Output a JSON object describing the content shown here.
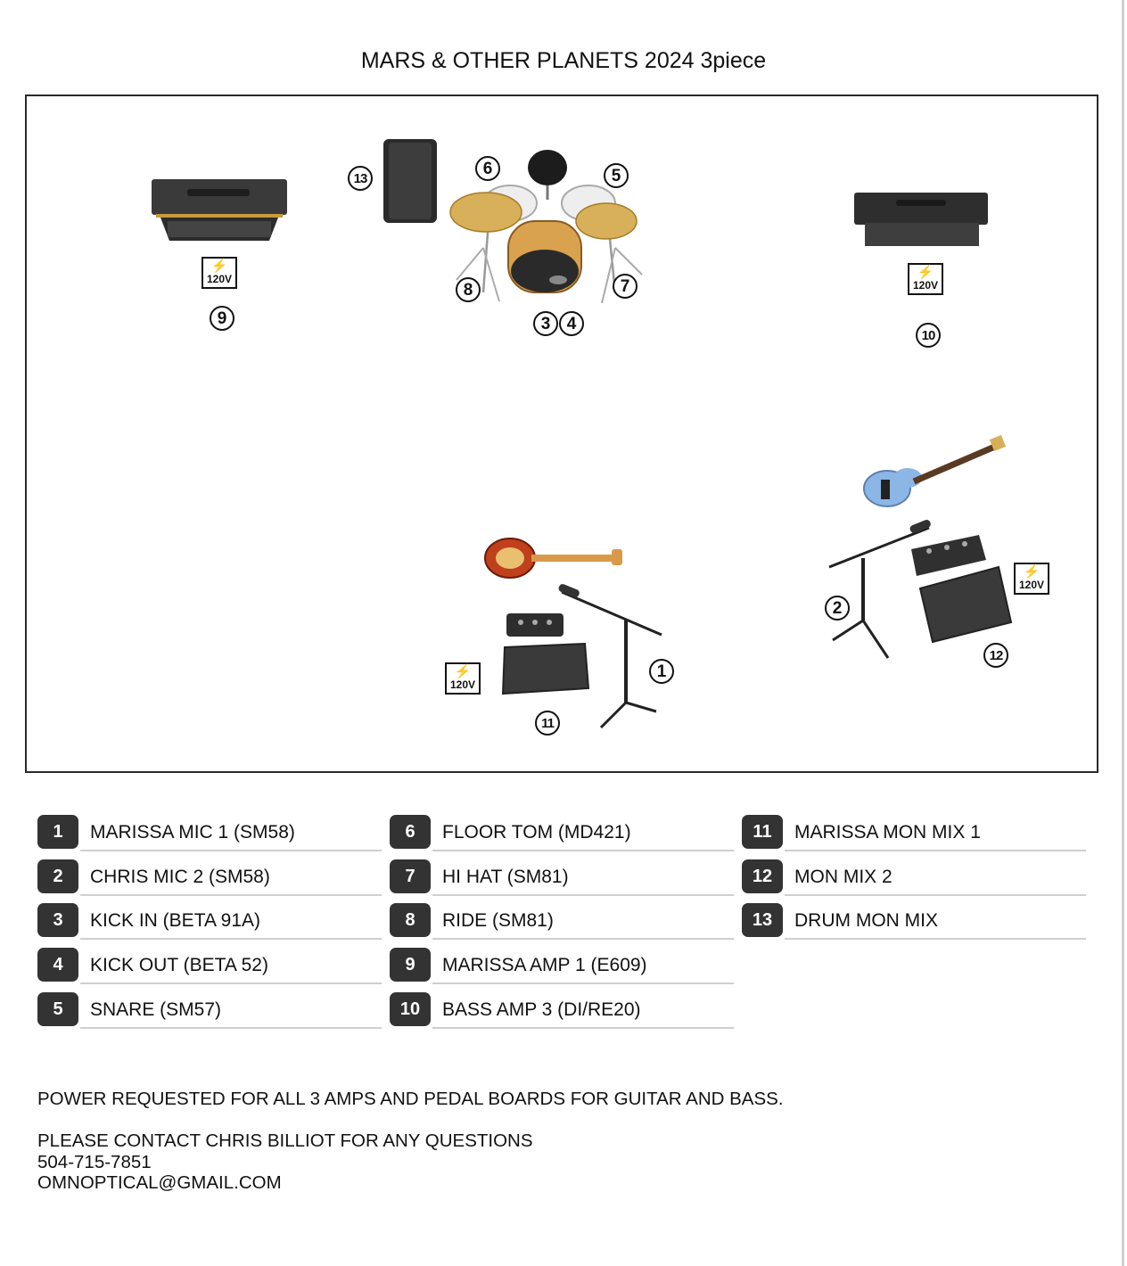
{
  "title": "MARS & OTHER PLANETS 2024 3piece",
  "power_label": "120V",
  "markers": [
    "1",
    "2",
    "3",
    "4",
    "5",
    "6",
    "7",
    "8",
    "9",
    "10",
    "11",
    "12",
    "13"
  ],
  "legend": [
    {
      "num": "1",
      "label": "MARISSA MIC 1 (SM58)"
    },
    {
      "num": "2",
      "label": "CHRIS MIC 2 (SM58)"
    },
    {
      "num": "3",
      "label": "KICK IN (BETA 91A)"
    },
    {
      "num": "4",
      "label": "KICK OUT (BETA 52)"
    },
    {
      "num": "5",
      "label": "SNARE (SM57)"
    },
    {
      "num": "6",
      "label": "FLOOR TOM (MD421)"
    },
    {
      "num": "7",
      "label": "HI HAT (SM81)"
    },
    {
      "num": "8",
      "label": "RIDE (SM81)"
    },
    {
      "num": "9",
      "label": "MARISSA AMP 1 (E609)"
    },
    {
      "num": "10",
      "label": "BASS AMP 3 (DI/RE20)"
    },
    {
      "num": "11",
      "label": "MARISSA MON MIX 1"
    },
    {
      "num": "12",
      "label": "MON MIX 2"
    },
    {
      "num": "13",
      "label": "DRUM MON MIX"
    }
  ],
  "notes": {
    "power": "POWER REQUESTED FOR ALL 3 AMPS AND PEDAL BOARDS FOR GUITAR AND BASS.",
    "contact": "PLEASE CONTACT CHRIS BILLIOT FOR ANY QUESTIONS",
    "phone": "504-715-7851",
    "email": "OMNOPTICAL@GMAIL.COM"
  },
  "colors": {
    "legend_badge": "#333333",
    "rule": "#cfcfcf",
    "kick_drum": "#d9a24e",
    "cymbal": "#d8b05a",
    "bass_guitar": "#8cb6e6",
    "electric_guitar": "#c0401c"
  }
}
